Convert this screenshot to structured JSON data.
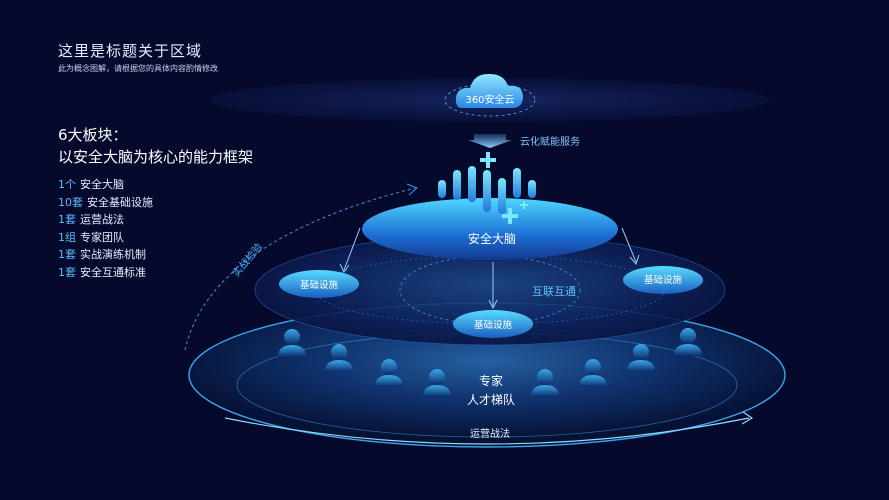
{
  "header": {
    "title": "这里是标题关于区域",
    "subtitle": "此为概念图解，请根据您的具体内容酌情修改"
  },
  "intro": {
    "heading": "6大板块：",
    "subheading": "以安全大脑为核心的能力框架"
  },
  "blocks": [
    {
      "num": "1个",
      "label": "安全大脑"
    },
    {
      "num": "10套",
      "label": "安全基础设施"
    },
    {
      "num": "1套",
      "label": "运营战法"
    },
    {
      "num": "1组",
      "label": "专家团队"
    },
    {
      "num": "1套",
      "label": "实战演练机制"
    },
    {
      "num": "1套",
      "label": "安全互通标准"
    }
  ],
  "diagram": {
    "cloud_label": "360安全云",
    "cloud_service": "云化赋能服务",
    "brain_label": "安全大脑",
    "infra_left": "基础设施",
    "infra_right": "基础设施",
    "infra_center": "基础设施",
    "interconnect": "互联互通",
    "team_line1": "专家",
    "team_line2": "人才梯队",
    "operations": "运营战法",
    "practice": "实战检验"
  },
  "colors": {
    "background": "#050a2c",
    "accent": "#3fb6ff",
    "accent_bright": "#6fe0ff"
  }
}
